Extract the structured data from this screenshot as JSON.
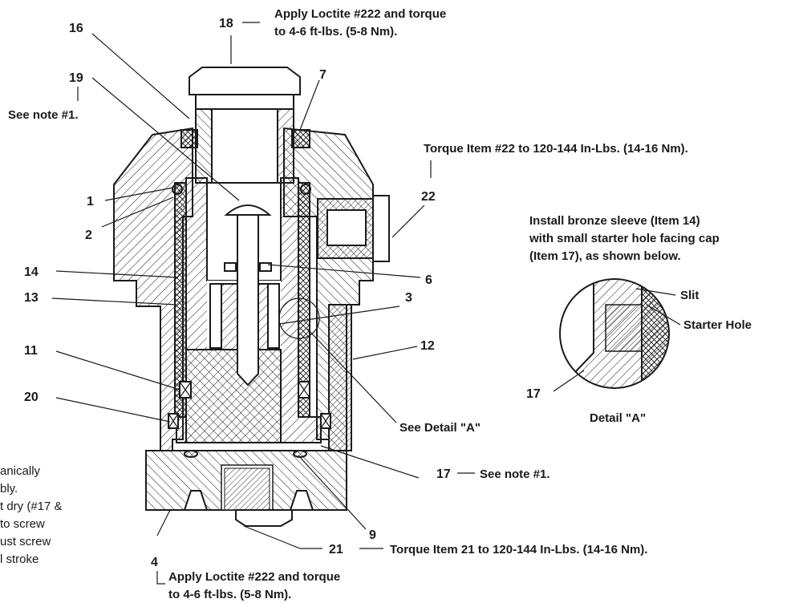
{
  "callouts": {
    "n18": "18",
    "n18_note": [
      "Apply Loctite #222 and torque",
      "to 4-6 ft-lbs. (5-8 Nm)."
    ],
    "n16": "16",
    "n19": "19",
    "n19_note": "See note #1.",
    "n7": "7",
    "n22_note": "Torque Item #22 to 120-144 In-Lbs. (14-16 Nm).",
    "n22": "22",
    "n1": "1",
    "n2": "2",
    "n14": "14",
    "n6": "6",
    "n13": "13",
    "n3": "3",
    "n11": "11",
    "n12": "12",
    "n20": "20",
    "detail_ref": "See Detail \"A\"",
    "n17": "17",
    "n17_note": "See note #1.",
    "n9": "9",
    "n4": "4",
    "n21": "21",
    "n21_note": "Torque Item 21 to 120-144 In-Lbs. (14-16 Nm).",
    "n4_note": [
      "Apply Loctite #222 and torque",
      "to 4-6 ft-lbs. (5-8 Nm)."
    ]
  },
  "detail": {
    "instruction": [
      "Install bronze sleeve (Item 14)",
      "with small starter hole facing cap",
      "(Item 17), as shown below."
    ],
    "slit": "Slit",
    "starter_hole": "Starter Hole",
    "item": "17",
    "caption": "Detail \"A\""
  },
  "side_note": [
    "anically",
    "bly.",
    "t dry (#17 &",
    "to screw",
    "ust screw",
    "l stroke"
  ]
}
